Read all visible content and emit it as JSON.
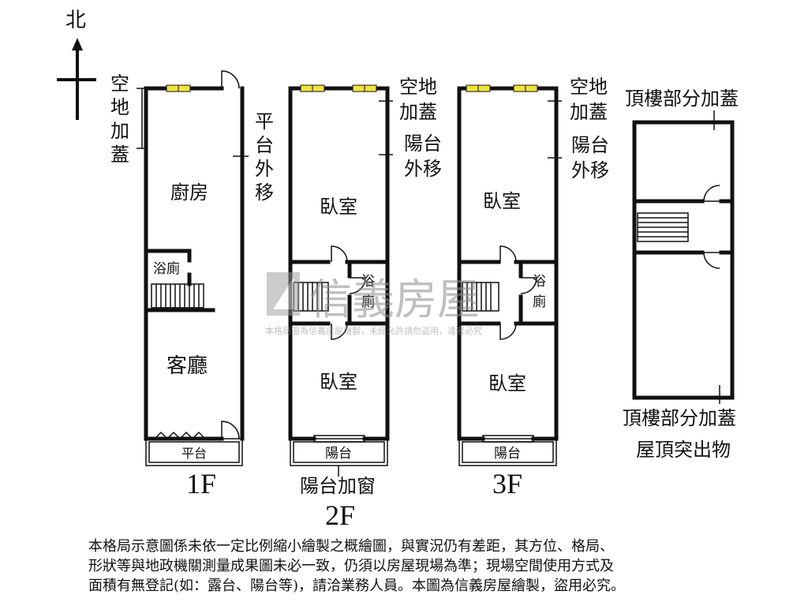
{
  "compass": {
    "north": "北"
  },
  "floors": {
    "f1": {
      "name": "1F",
      "rooms": {
        "kitchen": "廚房",
        "bath": "浴廁",
        "living": "客廳",
        "platform": "平台"
      },
      "labels": {
        "yard_ext": [
          "空",
          "地",
          "加",
          "蓋"
        ],
        "platform_move": [
          "平",
          "台",
          "外",
          "移"
        ]
      }
    },
    "f2": {
      "name": "2F",
      "rooms": {
        "bedroom_front": "臥室",
        "bath": [
          "浴",
          "廁"
        ],
        "bedroom_back": "臥室",
        "balcony": "陽台"
      },
      "labels": {
        "yard_ext": [
          "空地",
          "加蓋"
        ],
        "balcony_move": [
          "陽台",
          "外移"
        ],
        "balcony_window": "陽台加窗"
      }
    },
    "f3": {
      "name": "3F",
      "rooms": {
        "bedroom_front": "臥室",
        "bath": [
          "浴",
          "廁"
        ],
        "bedroom_back": "臥室",
        "balcony": "陽台"
      },
      "labels": {
        "yard_ext": [
          "空地",
          "加蓋"
        ],
        "balcony_move": [
          "陽台",
          "外移"
        ]
      }
    },
    "roof": {
      "labels": {
        "top": "頂樓部分加蓋",
        "bottom": "頂樓部分加蓋",
        "protrusion": "屋頂突出物"
      }
    }
  },
  "watermark": {
    "brand": "信義房屋",
    "text": "本格局圖為信義房屋繪製，未經允許請勿盜用，違者必究"
  },
  "footnote": [
    "本格局示意圖係未依一定比例縮小繪製之概繪圖，與實況仍有差距，其方位、格局、",
    "形狀等與地政機關測量成果圖未必一致，仍須以房屋現場為準；現場空間使用方式及",
    "面積有無登記(如：露台、陽台等)，請洽業務人員。本圖為信義房屋繪製，盜用必究。"
  ]
}
